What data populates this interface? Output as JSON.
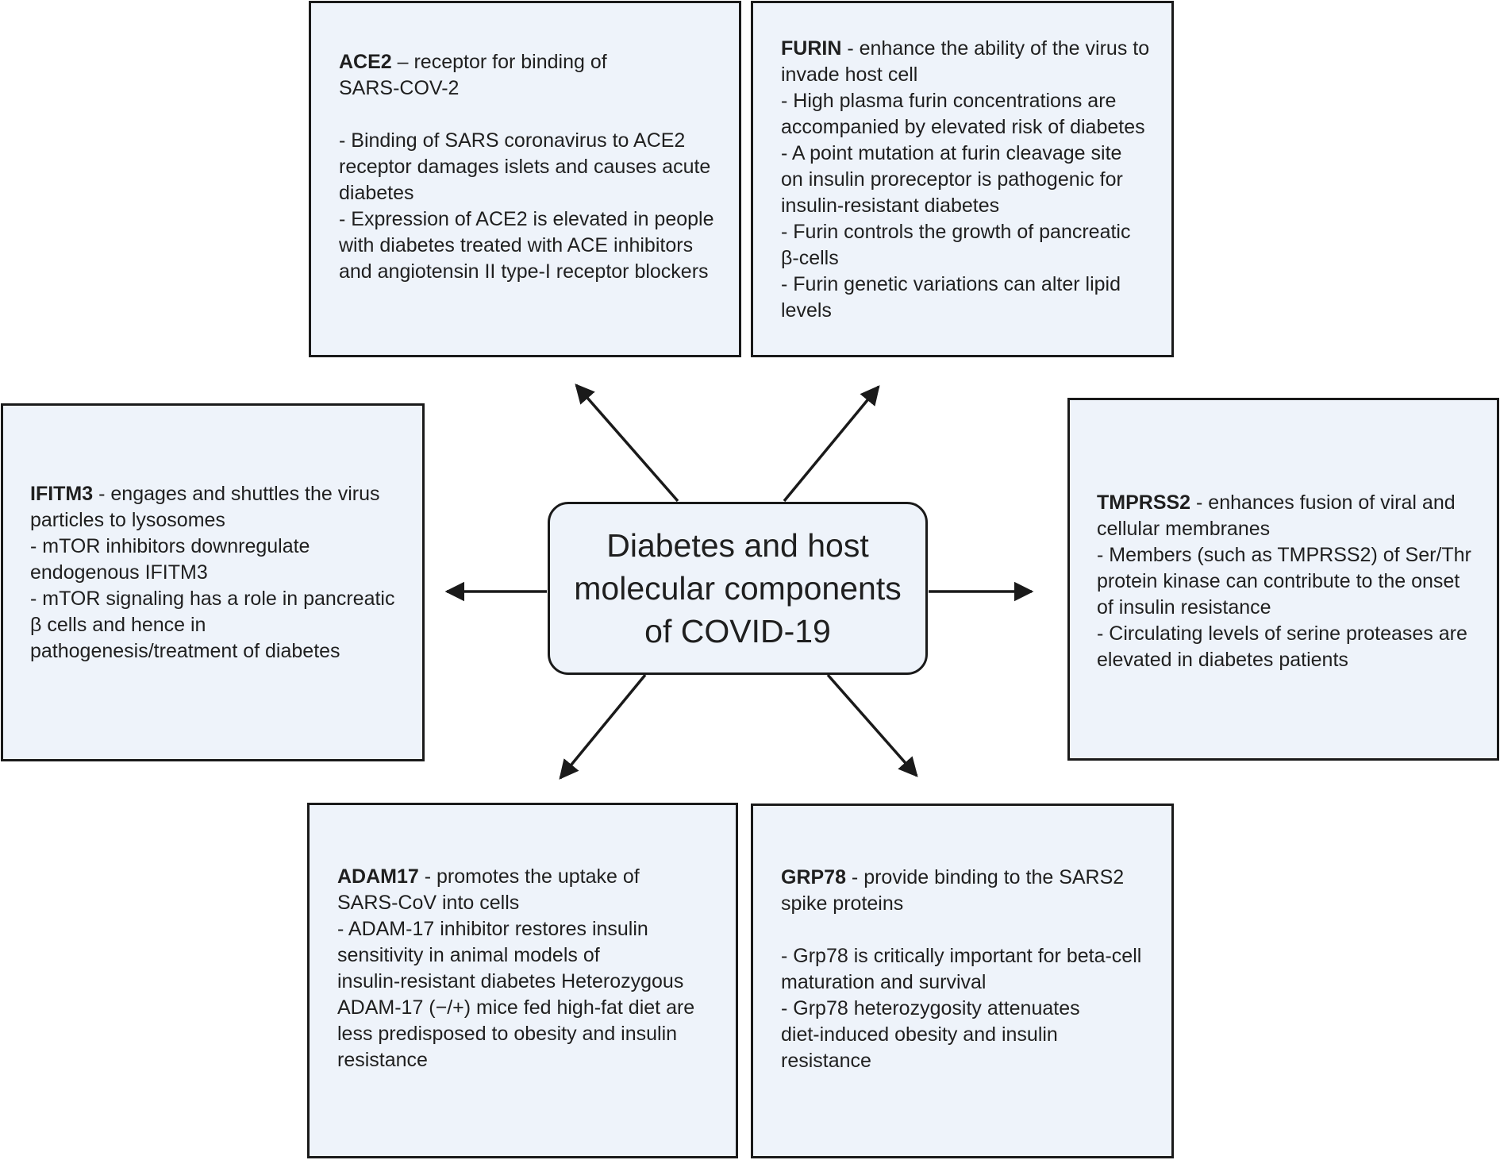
{
  "center": {
    "lines": [
      "Diabetes and host",
      "molecular components",
      "of COVID-19"
    ]
  },
  "boxes": {
    "ace2": {
      "title": "ACE2",
      "intro": " – receptor for binding of",
      "intro2": "SARS-COV-2",
      "lines": [
        "- Binding of SARS coronavirus to ACE2",
        "receptor damages islets and causes acute",
        "diabetes",
        "- Expression of ACE2 is elevated in people",
        "with diabetes treated with ACE inhibitors",
        "and angiotensin II type-I receptor blockers"
      ]
    },
    "furin": {
      "title": "FURIN",
      "intro": " - enhance the ability of the virus to",
      "lines": [
        "invade host cell",
        "- High plasma furin concentrations are",
        "accompanied by elevated risk of diabetes",
        "- A point mutation at furin cleavage site",
        "on insulin proreceptor is pathogenic for",
        "insulin-resistant diabetes",
        "- Furin controls the growth of pancreatic",
        "β-cells",
        "- Furin genetic variations can alter lipid",
        "levels"
      ]
    },
    "ifitm3": {
      "title": "IFITM3",
      "intro": " - engages and shuttles the virus",
      "lines": [
        "particles to lysosomes",
        "- mTOR inhibitors downregulate",
        "endogenous IFITM3",
        "- mTOR signaling has a role in pancreatic",
        "β cells and hence in",
        "pathogenesis/treatment of diabetes"
      ]
    },
    "tmprss2": {
      "title": "TMPRSS2",
      "intro": " - enhances fusion of viral and",
      "lines": [
        "cellular membranes",
        "- Members (such as TMPRSS2) of Ser/Thr",
        "protein kinase can contribute to the onset",
        "of insulin resistance",
        "- Circulating levels of serine proteases are",
        "elevated in diabetes patients"
      ]
    },
    "adam17": {
      "title": "ADAM17",
      "intro": " - promotes the uptake of",
      "lines": [
        "SARS-CoV into cells",
        "- ADAM-17 inhibitor restores insulin",
        "sensitivity in animal models of",
        "insulin-resistant diabetes Heterozygous",
        "ADAM-17 (−/+) mice fed high-fat diet are",
        "less predisposed to obesity and insulin",
        "resistance"
      ]
    },
    "grp78": {
      "title": "GRP78",
      "intro": " - provide binding to the SARS2",
      "intro2": "spike proteins",
      "lines": [
        "- Grp78 is critically important for beta-cell",
        "maturation and survival",
        "- Grp78 heterozygosity attenuates",
        "diet-induced obesity and insulin",
        "resistance"
      ]
    }
  },
  "colors": {
    "box_fill": "#eef3fa",
    "border": "#1a1a1a",
    "text": "#1f1f1f"
  }
}
